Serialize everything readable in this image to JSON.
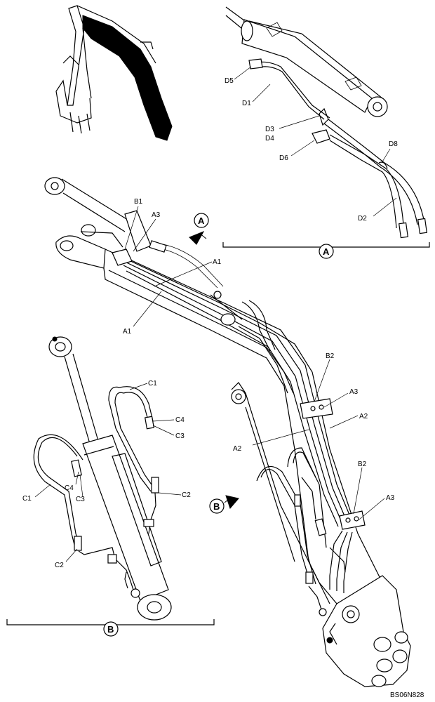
{
  "labels": {
    "D5": "D5",
    "D1": "D1",
    "D3": "D3",
    "D4": "D4",
    "D6": "D6",
    "D8": "D8",
    "D2": "D2",
    "B1": "B1",
    "A3_top": "A3",
    "A1_upper": "A1",
    "A1_lower": "A1",
    "B2_upper": "B2",
    "A3_mid": "A3",
    "A2_upper": "A2",
    "A2_lower": "A2",
    "B2_lower": "B2",
    "A3_lower": "A3",
    "C1_right": "C1",
    "C4_right": "C4",
    "C3_right": "C3",
    "C4_left": "C4",
    "C3_left": "C3",
    "C1_left": "C1",
    "C2_right": "C2",
    "C2_left": "C2"
  },
  "callouts": {
    "A_pointer": "A",
    "A_detail": "A",
    "B_pointer": "B",
    "B_detail": "B"
  },
  "drawing_code": "BS06N828"
}
